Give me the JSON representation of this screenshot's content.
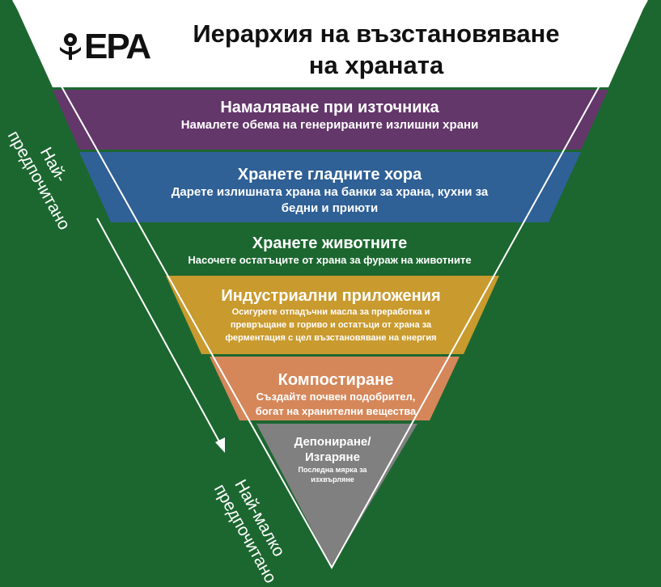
{
  "title": {
    "line1": "Иерархия на възстановяване",
    "line2": "на храната"
  },
  "logo": {
    "text": "EPA",
    "icon": "epa-flower-icon"
  },
  "colors": {
    "background": "#1c6730",
    "title_band": "#ffffff",
    "source_reduction": "#64376b",
    "feed_people": "#2f6096",
    "feed_animals": "#1c6730",
    "industrial": "#c99a2e",
    "composting": "#d5875a",
    "landfill": "#808080"
  },
  "levels": [
    {
      "heading": "Намаляване при източника",
      "desc": [
        "Намалете обема на генерираните излишни храни"
      ]
    },
    {
      "heading": "Хранете гладните хора",
      "desc": [
        "Дарете излишната храна на банки за храна, кухни за",
        "бедни и приюти"
      ]
    },
    {
      "heading": "Хранете животните",
      "desc": [
        "Насочете остатъците от храна за фураж на животните"
      ]
    },
    {
      "heading": "Индустриални приложения",
      "desc": [
        "Осигурете отпадъчни масла за преработка и",
        "превръщане в гориво и остатъци от храна за",
        "ферментация с цел възстановяване на енергия"
      ]
    },
    {
      "heading": "Компостиране",
      "desc": [
        "Създайте почвен подобрител,",
        "богат на хранителни вещества"
      ]
    },
    {
      "heading": [
        "Депониране/",
        "Изгаряне"
      ],
      "desc": [
        "Последна мярка за",
        "изхвърляне"
      ]
    }
  ],
  "side": {
    "most": [
      "Най-",
      "предпочитано"
    ],
    "least": [
      "Най-малко",
      "предпочитано"
    ]
  }
}
